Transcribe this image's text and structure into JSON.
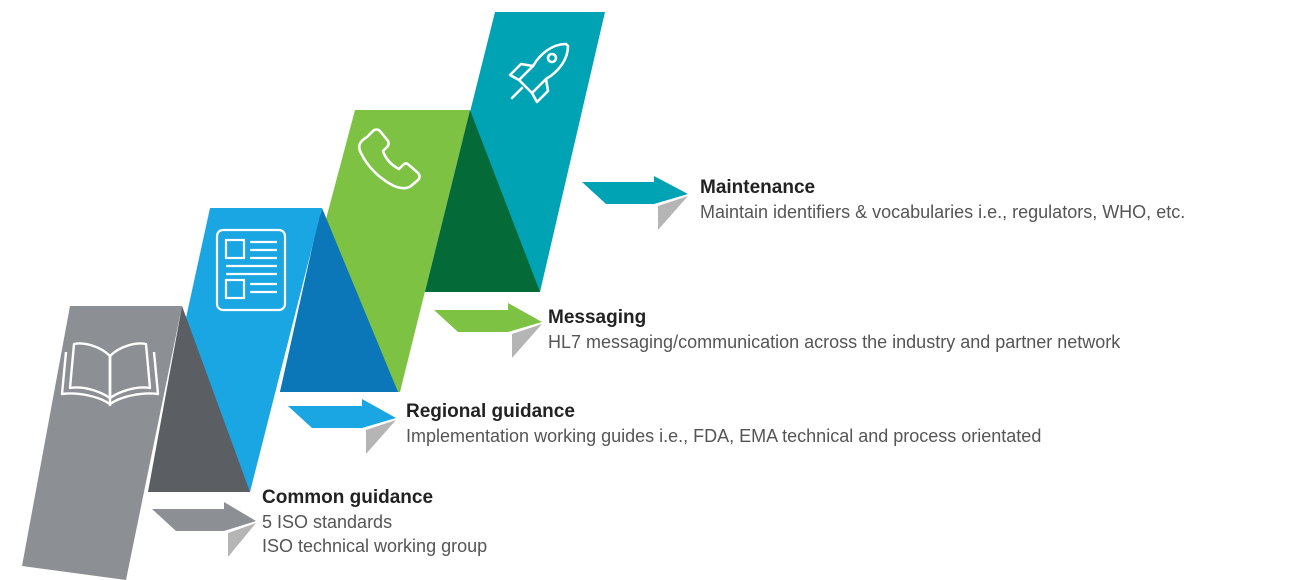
{
  "steps": [
    {
      "key": "common",
      "title": "Common guidance",
      "lines": [
        "5 ISO standards",
        "ISO technical working group"
      ],
      "icon": "book-icon",
      "colors": {
        "front": "#8c8f93",
        "side": "#5b5e63",
        "arrow": "#8c8f93",
        "arrow_shadow": "#b5b5b5"
      }
    },
    {
      "key": "regional",
      "title": "Regional guidance",
      "lines": [
        "Implementation working guides i.e., FDA, EMA technical and process orientated"
      ],
      "icon": "document-icon",
      "colors": {
        "front": "#1aa5e3",
        "side": "#0b76b8",
        "arrow": "#1aa5e3",
        "arrow_shadow": "#b5b5b5"
      }
    },
    {
      "key": "messaging",
      "title": "Messaging",
      "lines": [
        "HL7 messaging/communication across the industry and partner network"
      ],
      "icon": "phone-icon",
      "colors": {
        "front": "#7dc242",
        "side": "#046a38",
        "arrow": "#7dc242",
        "arrow_shadow": "#b5b5b5"
      }
    },
    {
      "key": "maintenance",
      "title": "Maintenance",
      "lines": [
        "Maintain identifiers & vocabularies i.e., regulators, WHO, etc."
      ],
      "icon": "rocket-icon",
      "colors": {
        "front": "#00a3b4",
        "side": "#00a3b4",
        "arrow": "#00a3b4",
        "arrow_shadow": "#b5b5b5"
      }
    }
  ]
}
